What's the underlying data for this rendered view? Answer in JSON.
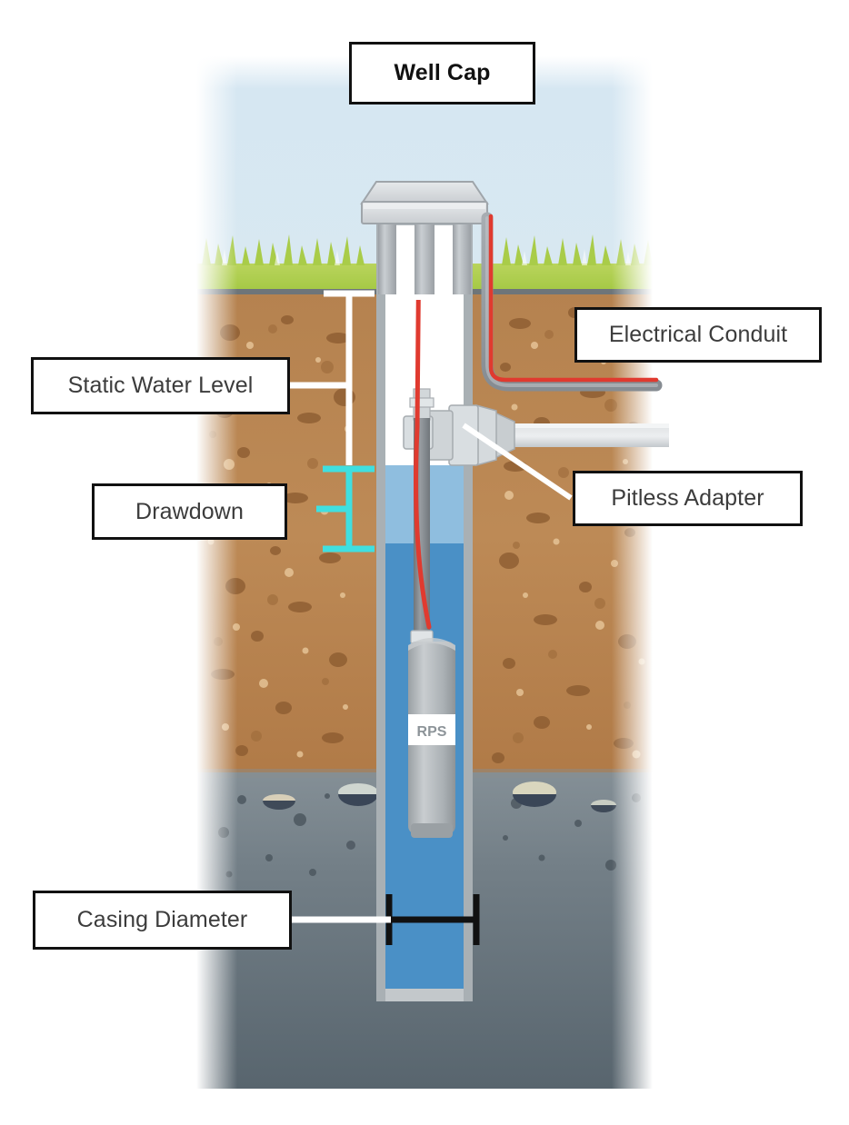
{
  "diagram": {
    "title": "Water Well Cross-Section Diagram",
    "type": "technical-cross-section-illustration"
  },
  "labels": {
    "well_cap": "Well Cap",
    "electrical_conduit": "Electrical Conduit",
    "static_water_level": "Static Water Level",
    "pitless_adapter": "Pitless Adapter",
    "drawdown": "Drawdown",
    "casing_diameter": "Casing Diameter"
  },
  "pump": {
    "brand_text": "RPS"
  },
  "colors": {
    "sky": "#d3e4ef",
    "grass": "#a9cc49",
    "soil": "#b5824f",
    "soil_light": "#c08d58",
    "bedrock": "#5d6a73",
    "bedrock_upper": "#808d94",
    "water_deep": "#4a90c6",
    "water_drawdown": "#8fbedf",
    "casing_gray": "#b7bdc1",
    "metal_light": "#dfe2e4",
    "metal_mid": "#c6cacd",
    "metal_dark": "#8f9499",
    "drop_pipe": "#82878c",
    "wire_red": "#e03a2f",
    "dimension_white": "#ffffff",
    "dimension_cyan": "#3fdfe0",
    "dimension_black": "#111111",
    "label_border": "#111111",
    "label_text": "#3c3c3c"
  },
  "annotations": {
    "static_water_level_line": "white vertical dimension line from ground surface to static water level",
    "drawdown_line": "cyan vertical dimension line from static water level to pumping water level",
    "casing_diameter_line": "black horizontal dimension line across inner casing width"
  },
  "layers": [
    {
      "name": "sky",
      "label": ""
    },
    {
      "name": "grass",
      "label": ""
    },
    {
      "name": "soil",
      "label": ""
    },
    {
      "name": "bedrock",
      "label": ""
    }
  ]
}
